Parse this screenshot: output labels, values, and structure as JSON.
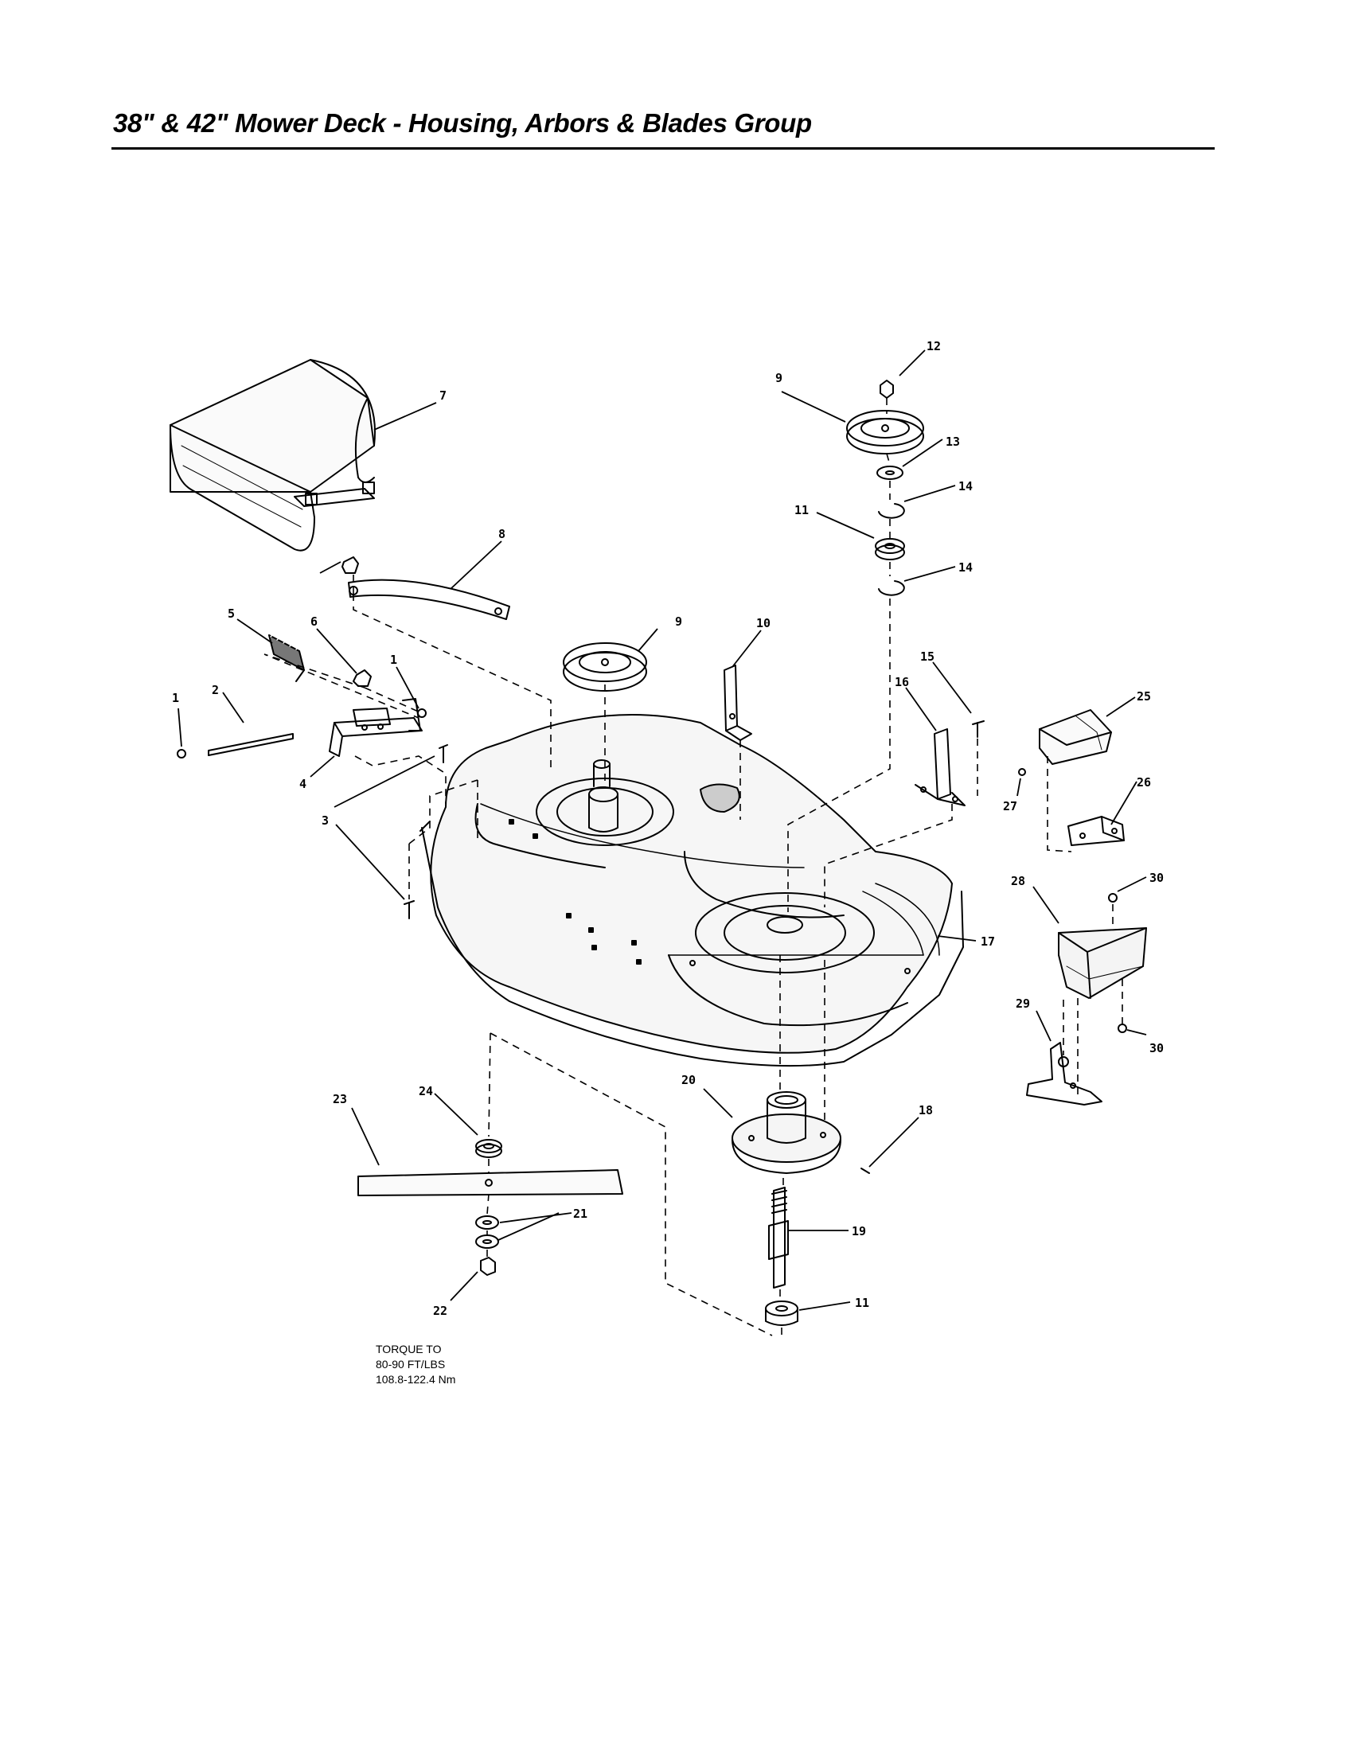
{
  "title": "38\" & 42\" Mower Deck - Housing, Arbors & Blades Group",
  "torque_note": {
    "line1": "TORQUE TO",
    "line2": "80-90 FT/LBS",
    "line3": "108.8-122.4 Nm"
  },
  "callouts": {
    "c1a": "1",
    "c1b": "1",
    "c2": "2",
    "c3": "3",
    "c4": "4",
    "c5": "5",
    "c6": "6",
    "c7": "7",
    "c8": "8",
    "c9a": "9",
    "c9b": "9",
    "c10": "10",
    "c11a": "11",
    "c11b": "11",
    "c12": "12",
    "c13": "13",
    "c14a": "14",
    "c14b": "14",
    "c15": "15",
    "c16": "16",
    "c17": "17",
    "c18": "18",
    "c19": "19",
    "c20": "20",
    "c21": "21",
    "c22": "22",
    "c23": "23",
    "c24": "24",
    "c25": "25",
    "c26": "26",
    "c27": "27",
    "c28": "28",
    "c29": "29",
    "c30a": "30",
    "c30b": "30"
  }
}
